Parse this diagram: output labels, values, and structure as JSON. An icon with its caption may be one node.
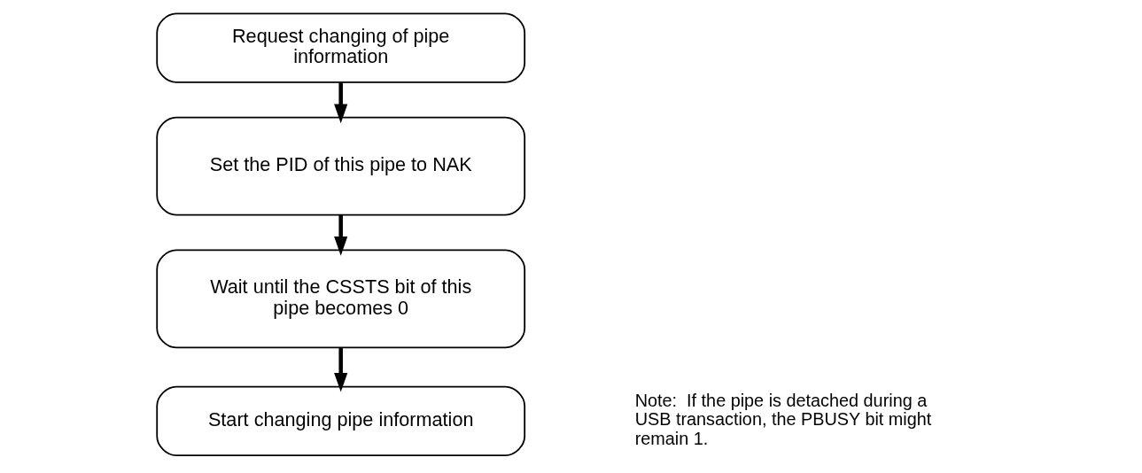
{
  "diagram": {
    "nodes": [
      {
        "text": [
          "Request changing of pipe information"
        ]
      },
      {
        "text": [
          "Set the PID of this pipe to NAK"
        ]
      },
      {
        "text": [
          "Wait until the CSSTS bit of this pipe becomes 0"
        ]
      },
      {
        "text": [
          "Start changing pipe information"
        ]
      }
    ],
    "edges": [
      {
        "from": 0,
        "to": 1,
        "arrow": "to"
      },
      {
        "from": 1,
        "to": 2,
        "arrow": "to"
      },
      {
        "from": 2,
        "to": 3,
        "arrow": "to"
      }
    ],
    "labels": [
      "Note:  If the pipe is detached during a USB transaction, the PBUSY bit might remain 1."
    ]
  }
}
